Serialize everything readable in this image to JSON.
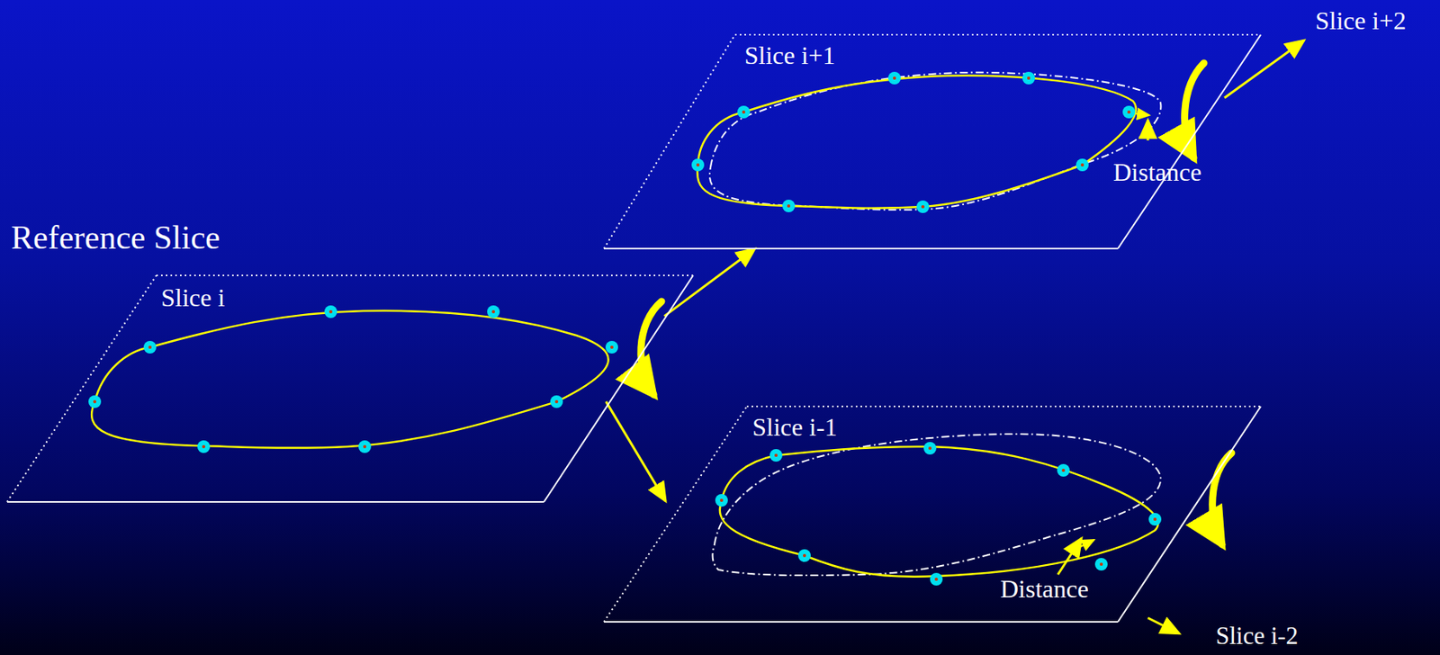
{
  "diagram": {
    "nodes": [
      {
        "text": [
          "Reference Slice",
          "Slice i"
        ]
      },
      {
        "text": [
          "Slice i+1"
        ]
      },
      {
        "text": [
          "Slice i-1"
        ]
      }
    ],
    "edges": [
      {
        "from": 0,
        "to": 1,
        "arrow": "to"
      },
      {
        "from": 0,
        "to": 2,
        "arrow": "to"
      }
    ],
    "labels": [
      "Slice i+2",
      "Distance",
      "Distance",
      "Slice i-2"
    ]
  }
}
